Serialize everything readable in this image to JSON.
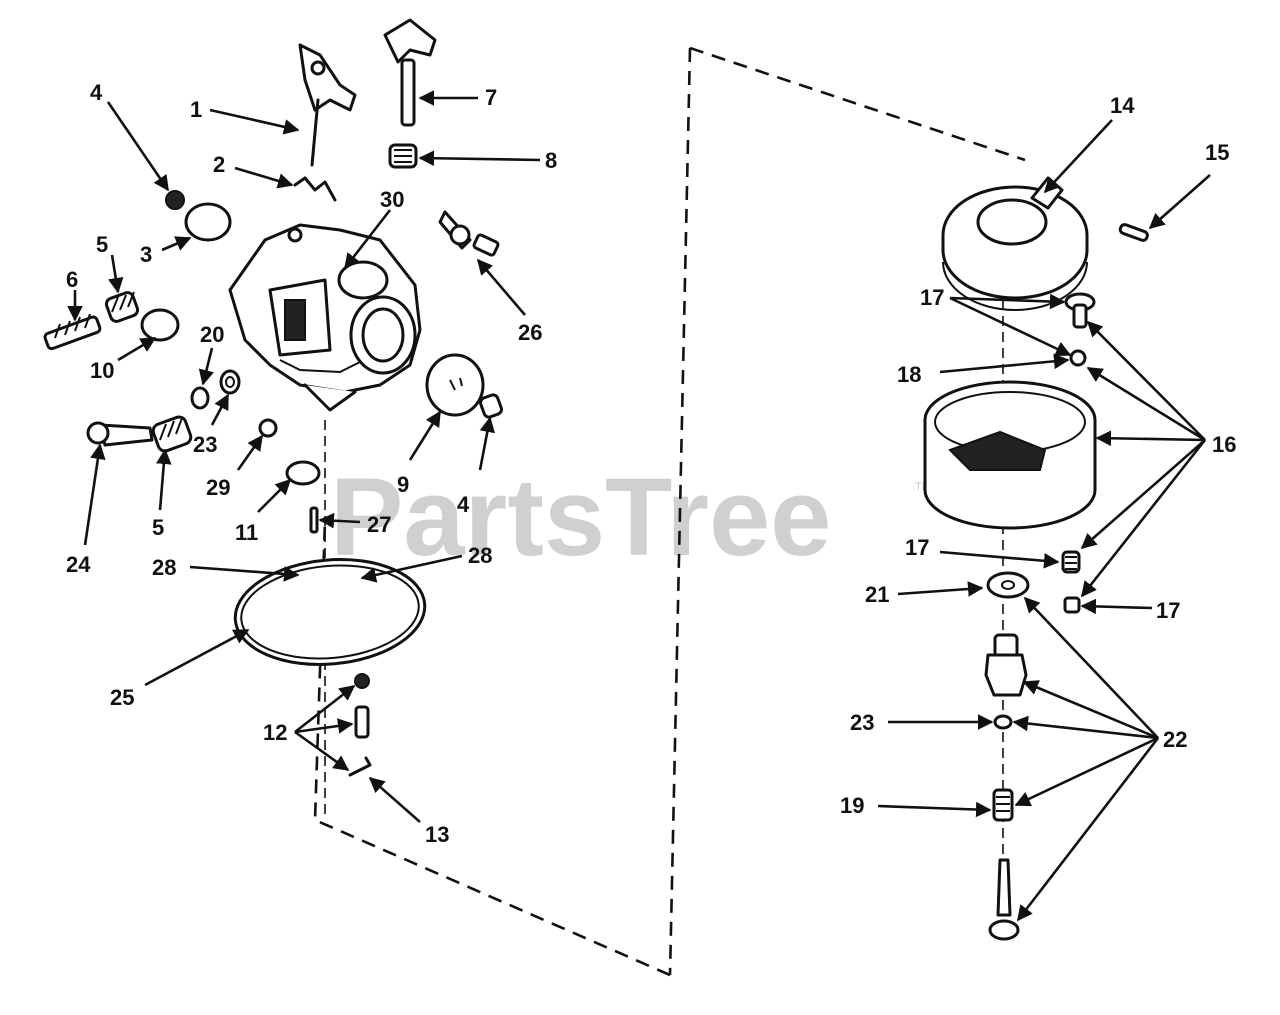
{
  "watermark": {
    "text": "PartsTree",
    "trademark": "TM"
  },
  "callouts": [
    {
      "id": "c1",
      "label": "1"
    },
    {
      "id": "c2",
      "label": "2"
    },
    {
      "id": "c3",
      "label": "3"
    },
    {
      "id": "c4a",
      "label": "4"
    },
    {
      "id": "c4b",
      "label": "4"
    },
    {
      "id": "c5a",
      "label": "5"
    },
    {
      "id": "c5b",
      "label": "5"
    },
    {
      "id": "c6",
      "label": "6"
    },
    {
      "id": "c7",
      "label": "7"
    },
    {
      "id": "c8",
      "label": "8"
    },
    {
      "id": "c9",
      "label": "9"
    },
    {
      "id": "c10",
      "label": "10"
    },
    {
      "id": "c11",
      "label": "11"
    },
    {
      "id": "c12",
      "label": "12"
    },
    {
      "id": "c13",
      "label": "13"
    },
    {
      "id": "c14",
      "label": "14"
    },
    {
      "id": "c15",
      "label": "15"
    },
    {
      "id": "c16",
      "label": "16"
    },
    {
      "id": "c17a",
      "label": "17"
    },
    {
      "id": "c17b",
      "label": "17"
    },
    {
      "id": "c17c",
      "label": "17"
    },
    {
      "id": "c18",
      "label": "18"
    },
    {
      "id": "c19",
      "label": "19"
    },
    {
      "id": "c20",
      "label": "20"
    },
    {
      "id": "c21",
      "label": "21"
    },
    {
      "id": "c22",
      "label": "22"
    },
    {
      "id": "c23a",
      "label": "23"
    },
    {
      "id": "c23b",
      "label": "23"
    },
    {
      "id": "c24",
      "label": "24"
    },
    {
      "id": "c25",
      "label": "25"
    },
    {
      "id": "c26",
      "label": "26"
    },
    {
      "id": "c27",
      "label": "27"
    },
    {
      "id": "c28a",
      "label": "28"
    },
    {
      "id": "c28b",
      "label": "28"
    },
    {
      "id": "c29",
      "label": "29"
    },
    {
      "id": "c30",
      "label": "30"
    }
  ]
}
